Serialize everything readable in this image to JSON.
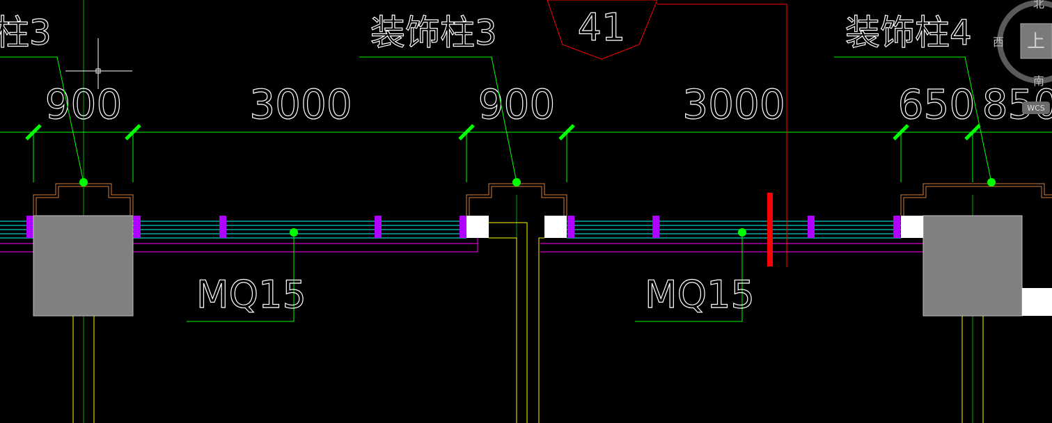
{
  "drawing": {
    "colors": {
      "background": "#000000",
      "dimension": "#00ff00",
      "leader": "#00ff00",
      "wall_line": "#00ffff",
      "mullion": "#b000ff",
      "column_fill": "#808080",
      "column_outline": "#d08040",
      "yellow_line": "#ffff00",
      "magenta_line": "#ff00ff",
      "section_marker": "#ff0000",
      "text": "#ffffff"
    },
    "dimensions": [
      "900",
      "3000",
      "900",
      "3000",
      "650",
      "850"
    ],
    "column_labels": [
      "柱3",
      "装饰柱3",
      "装饰柱4"
    ],
    "wall_tags": [
      "MQ15",
      "MQ15"
    ],
    "grid_bubble": "41"
  },
  "viewcube": {
    "north": "北",
    "south": "南",
    "west": "西",
    "top_face": "上",
    "ucs_label": "WCS"
  }
}
